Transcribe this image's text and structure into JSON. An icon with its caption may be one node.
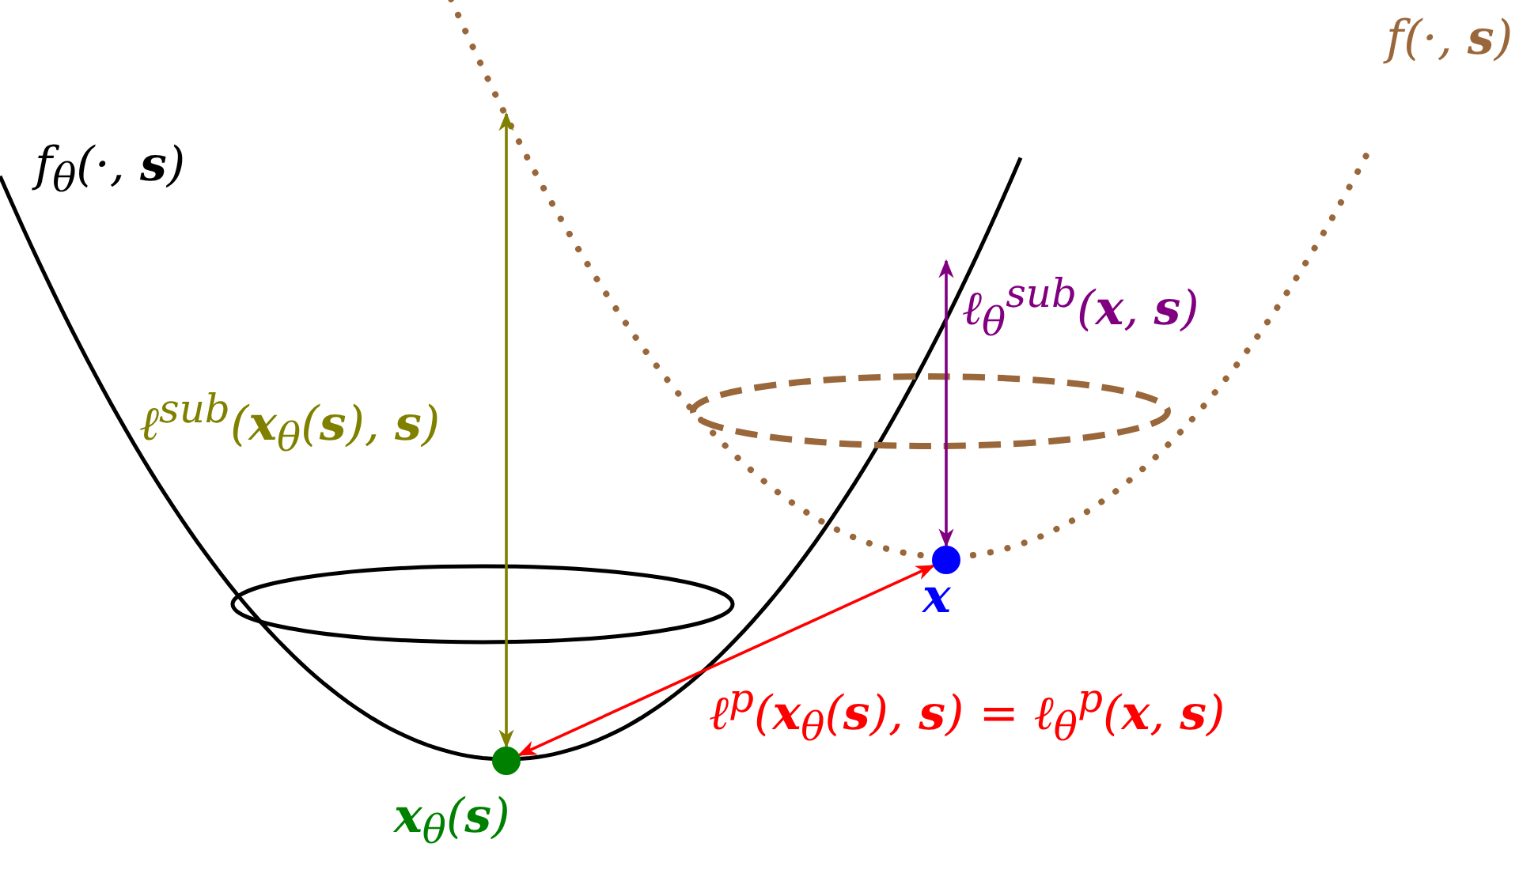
{
  "diagram": {
    "nodes": [
      {
        "text": [],
        "shape": "circle",
        "beside": [
          "**x**$_{θ}$(**s**)"
        ]
      },
      {
        "text": [],
        "shape": "circle",
        "beside": [
          "**x**"
        ]
      }
    ],
    "edges": [
      {
        "from": null,
        "to": 0,
        "arrow": "both",
        "label": "ℓ$^{sub}$(**x**$_{θ}$(**s**), **s**)",
        "color": "#808000"
      },
      {
        "from": null,
        "to": 1,
        "arrow": "both",
        "label": "ℓ$_{θ}$$^{sub}$(**x**, **s**)",
        "color": "#800080"
      },
      {
        "from": 0,
        "to": 1,
        "arrow": "both",
        "label": "ℓ$^{p}$(**x**$_{θ}$(**s**), **s**) = ℓ$_{θ}$$^{p}$(**x**, **s**)",
        "color": "#ff0000"
      }
    ],
    "labels": [
      "*f*$_{θ}$(·, **s**)",
      "*f*(·, **s**)"
    ]
  }
}
